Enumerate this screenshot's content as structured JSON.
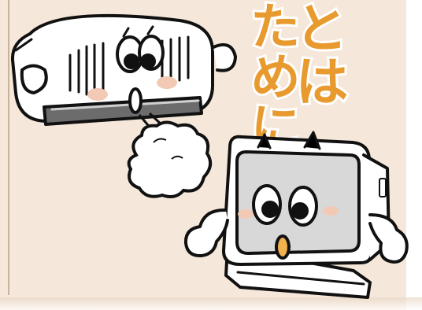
{
  "headline": {
    "column_right": "とは",
    "column_left": "ために"
  },
  "colors": {
    "background": "#f5e7d9",
    "heading_orange": "#e89a2e",
    "ink": "#111111",
    "cheek": "#f2c9b4",
    "screen": "#d8d8d8"
  },
  "illustration": {
    "characters": [
      "air-conditioner",
      "computer-monitor"
    ],
    "effect": "puff-cloud"
  }
}
